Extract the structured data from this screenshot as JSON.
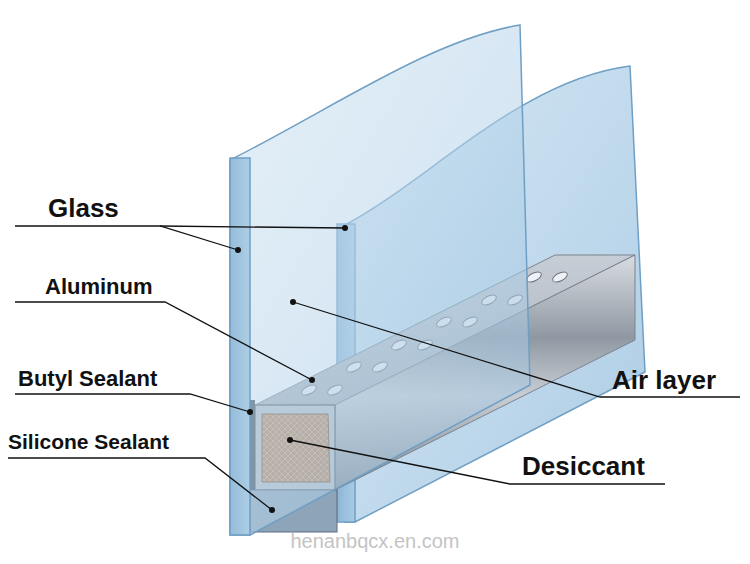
{
  "diagram": {
    "labels": [
      "Glass",
      "Aluminum",
      "Butyl Sealant",
      "Silicone Sealant",
      "Air layer",
      "Desiccant",
      "henanbqcx.en.com"
    ]
  }
}
